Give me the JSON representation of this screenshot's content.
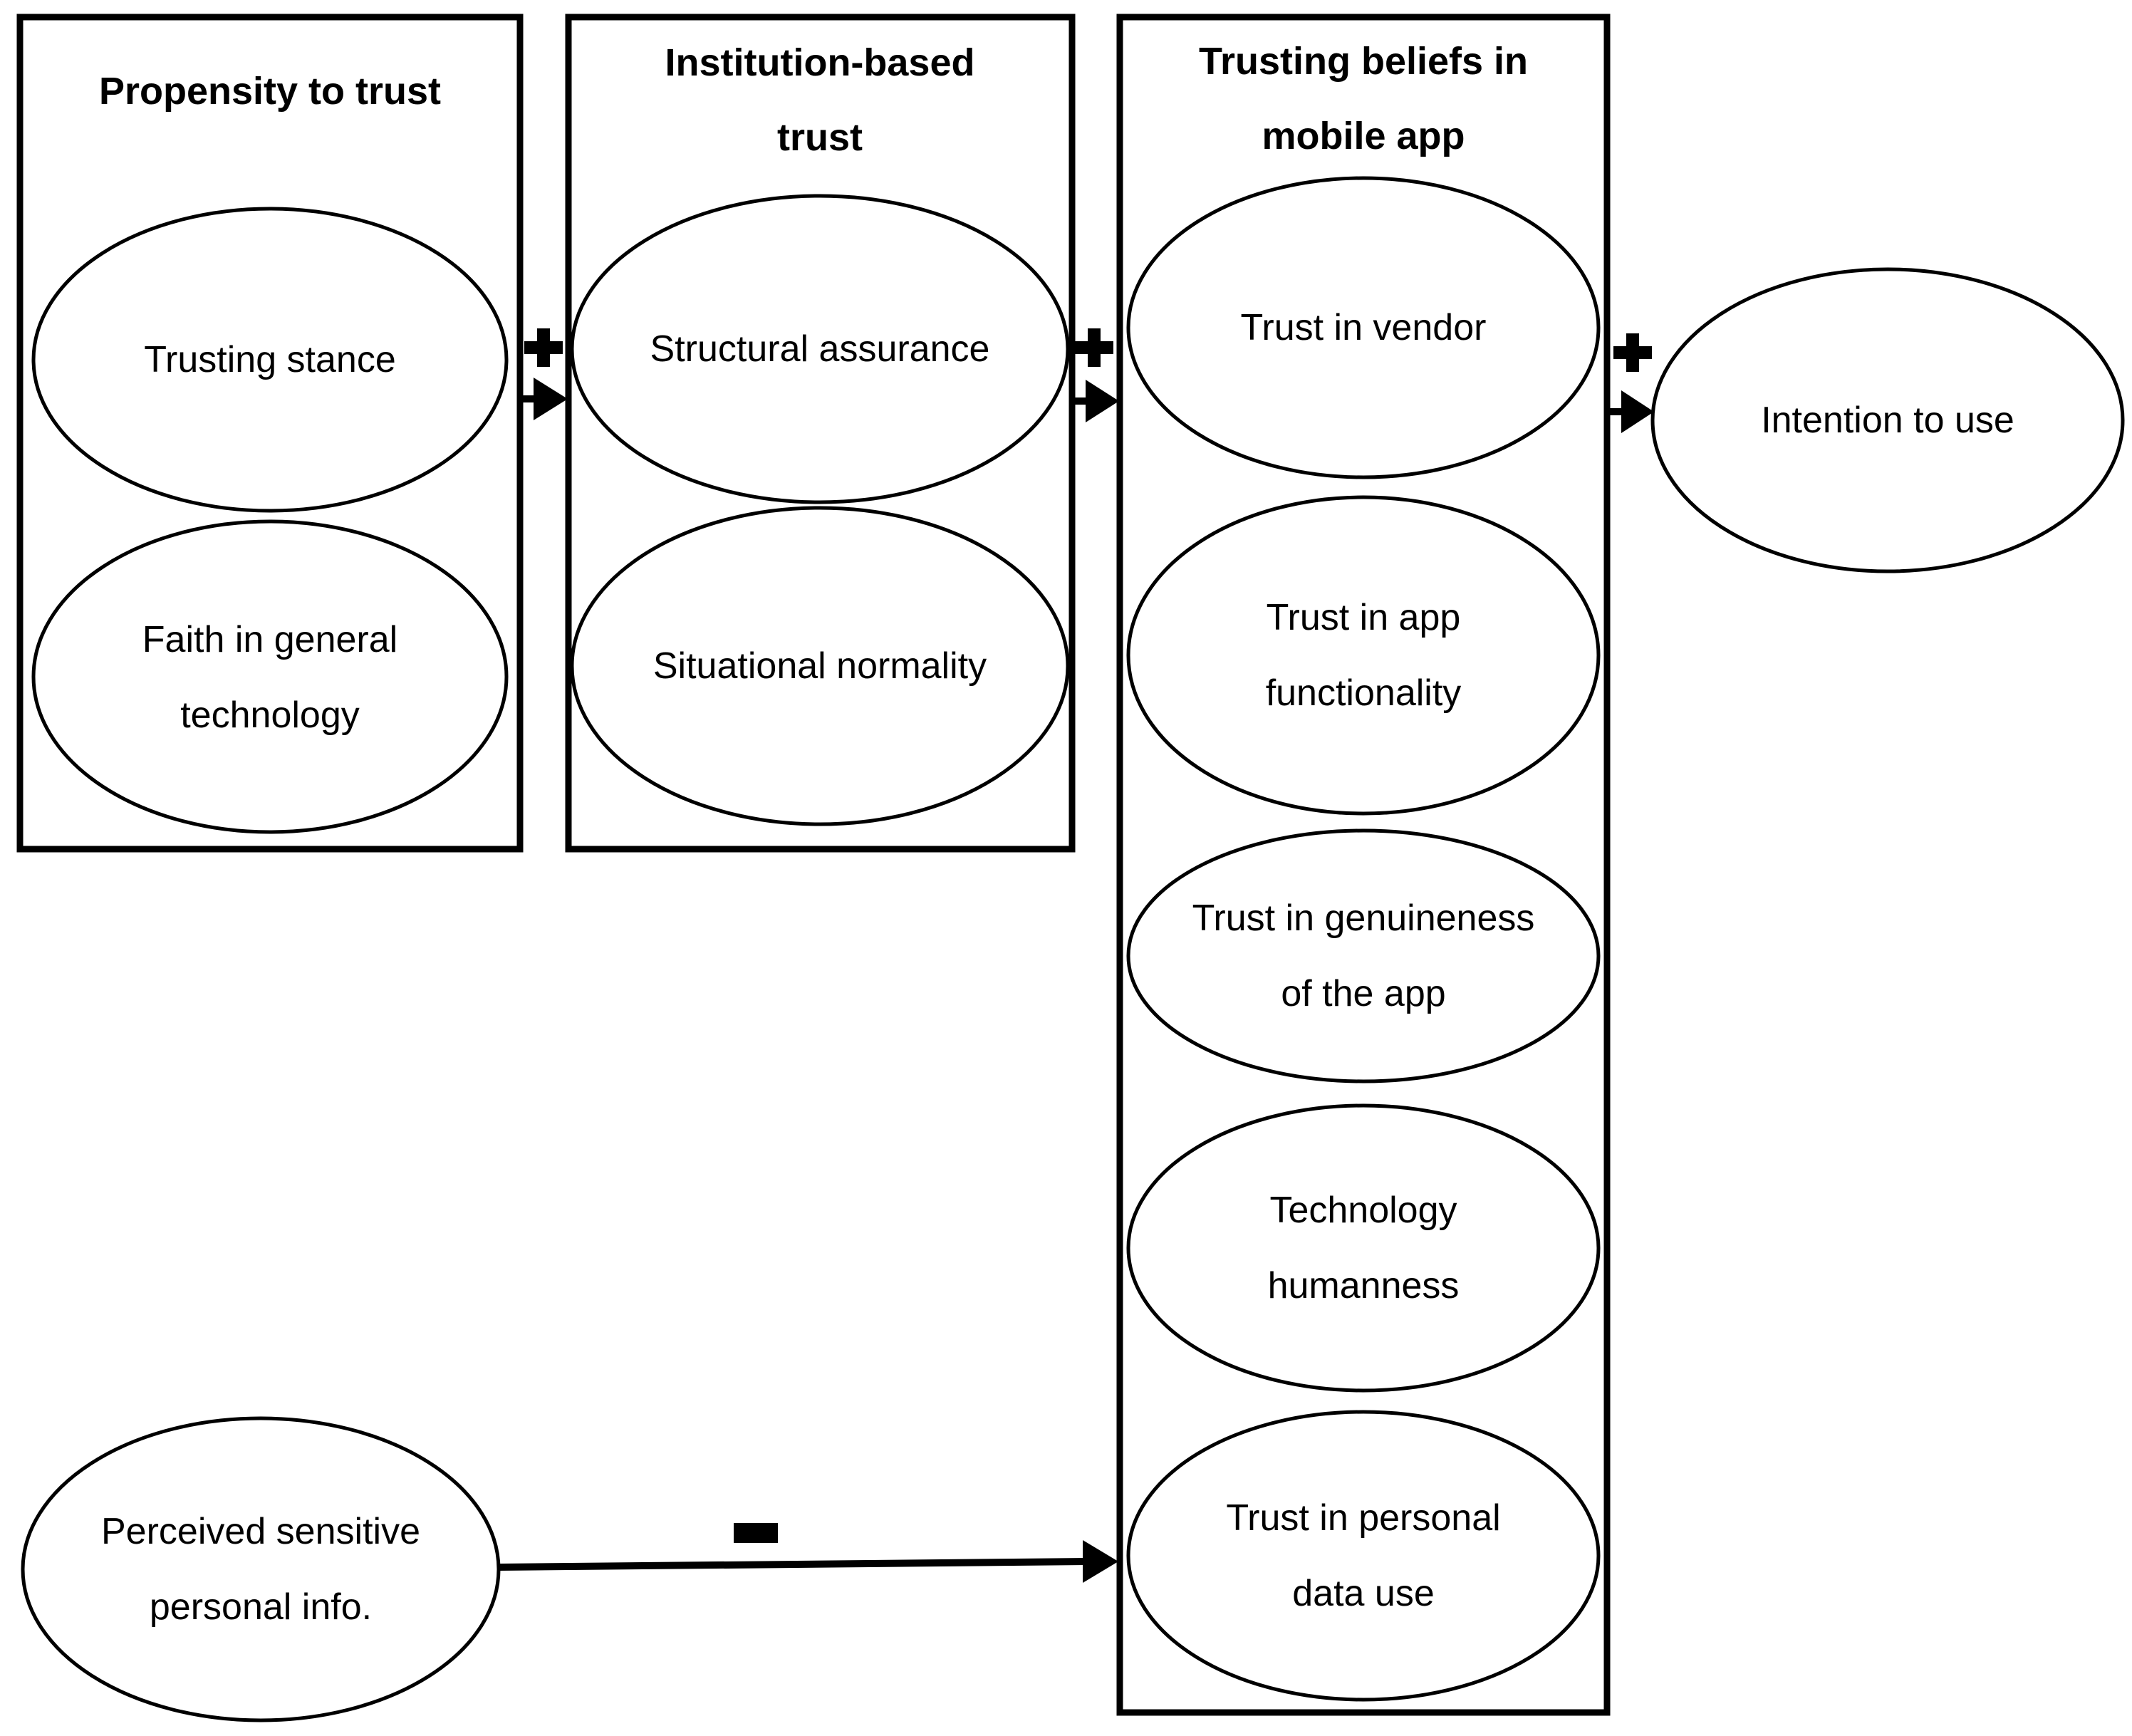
{
  "figure": {
    "background": "#ffffff",
    "stroke_color": "#000000",
    "boxes": [
      {
        "id": "propensity-to-trust",
        "title_lines": [
          "Propensity to trust"
        ],
        "nodes": [
          {
            "id": "trusting-stance",
            "lines": [
              "Trusting stance"
            ]
          },
          {
            "id": "faith-in-general-technology",
            "lines": [
              "Faith in general",
              "technology"
            ]
          }
        ]
      },
      {
        "id": "institution-based-trust",
        "title_lines": [
          "Institution-based",
          "trust"
        ],
        "nodes": [
          {
            "id": "structural-assurance",
            "lines": [
              "Structural assurance"
            ]
          },
          {
            "id": "situational-normality",
            "lines": [
              "Situational normality"
            ]
          }
        ]
      },
      {
        "id": "trusting-beliefs-in-mobile-app",
        "title_lines": [
          "Trusting beliefs in",
          "mobile app"
        ],
        "nodes": [
          {
            "id": "trust-in-vendor",
            "lines": [
              "Trust in vendor"
            ]
          },
          {
            "id": "trust-in-app-functionality",
            "lines": [
              "Trust in app",
              "functionality"
            ]
          },
          {
            "id": "trust-in-genuineness-of-the-app",
            "lines": [
              "Trust in genuineness",
              "of the app"
            ]
          },
          {
            "id": "technology-humanness",
            "lines": [
              "Technology",
              "humanness"
            ]
          },
          {
            "id": "trust-in-personal-data-use",
            "lines": [
              "Trust in personal",
              "data use"
            ]
          }
        ]
      }
    ],
    "standalone_nodes": [
      {
        "id": "intention-to-use",
        "lines": [
          "Intention to use"
        ]
      },
      {
        "id": "perceived-sensitive-personal-info",
        "lines": [
          "Perceived sensitive",
          "personal info."
        ]
      }
    ],
    "links": [
      {
        "from": "Propensity to trust",
        "to": "Institution-based trust",
        "sign": "+"
      },
      {
        "from": "Institution-based trust",
        "to": "Trusting beliefs in mobile app",
        "sign": "+"
      },
      {
        "from": "Trusting beliefs in mobile app",
        "to": "Intention to use",
        "sign": "+"
      },
      {
        "from": "Perceived sensitive personal info.",
        "to": "Trust in personal data use",
        "sign": "−"
      }
    ]
  }
}
